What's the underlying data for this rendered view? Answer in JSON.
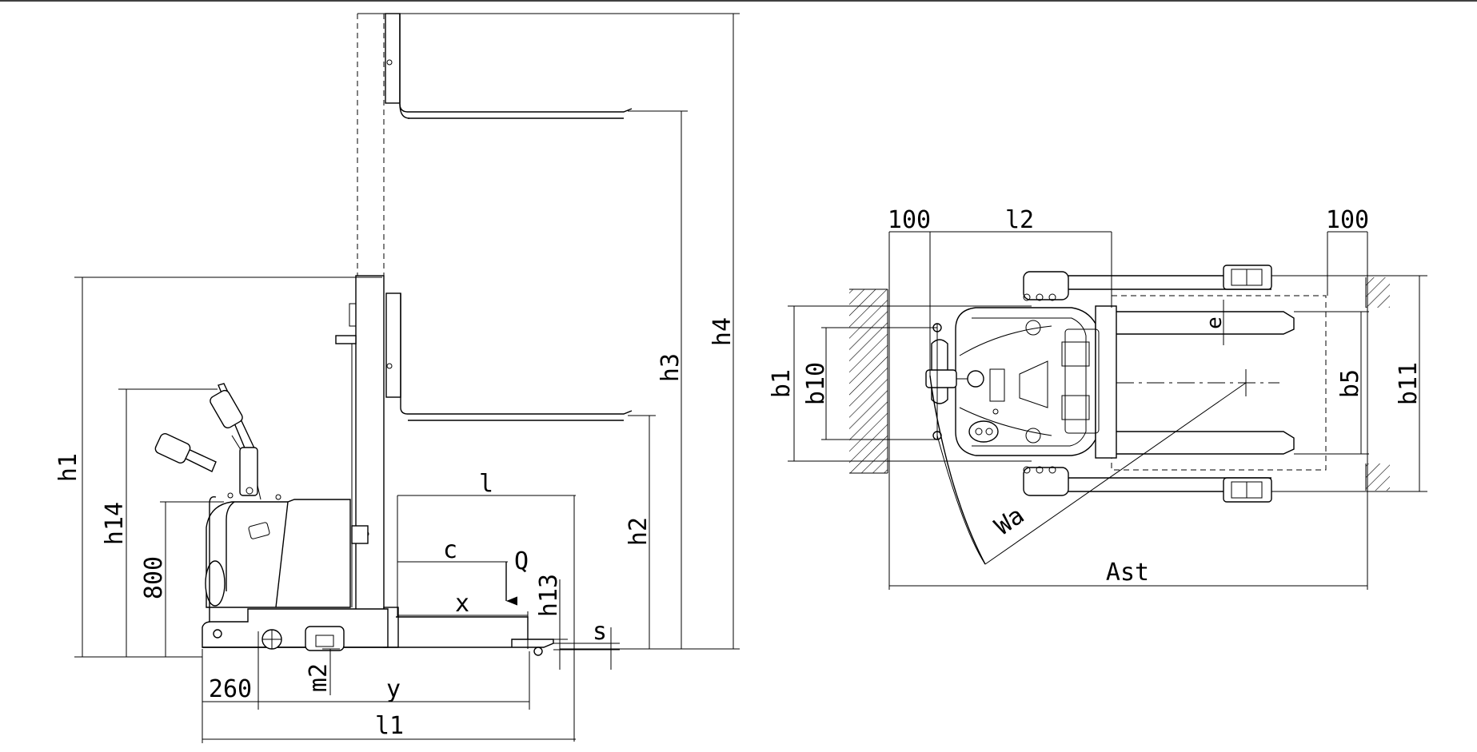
{
  "side_view": {
    "labels": {
      "h1": "h1",
      "h14": "h14",
      "h800": "800",
      "h2": "h2",
      "h3": "h3",
      "h4": "h4",
      "h13": "h13",
      "l": "l",
      "c": "c",
      "Q": "Q",
      "x": "x",
      "s": "s",
      "m2": "m2",
      "d260": "260",
      "y": "y",
      "l1": "l1"
    }
  },
  "top_view": {
    "labels": {
      "d100_left": "100",
      "l2": "l2",
      "d100_right": "100",
      "b1": "b1",
      "b10": "b10",
      "b5": "b5",
      "b11": "b11",
      "e": "e",
      "Wa": "Wa",
      "Ast": "Ast"
    }
  }
}
